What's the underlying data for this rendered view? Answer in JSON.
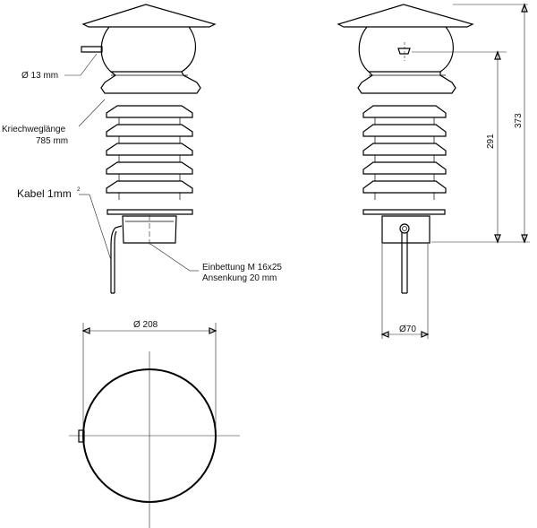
{
  "labels": {
    "diameter_13": "Ø 13 mm",
    "creepage_title": "Kriechweglänge",
    "creepage_value": "785 mm",
    "cable": "Kabel 1mm",
    "cable_sup": "2",
    "embedding_line1": "Einbettung M 16x25",
    "embedding_line2": "Ansenkung 20 mm",
    "diameter_208": "Ø 208",
    "diameter_70": "Ø70",
    "height_291": "291",
    "height_373": "373"
  }
}
